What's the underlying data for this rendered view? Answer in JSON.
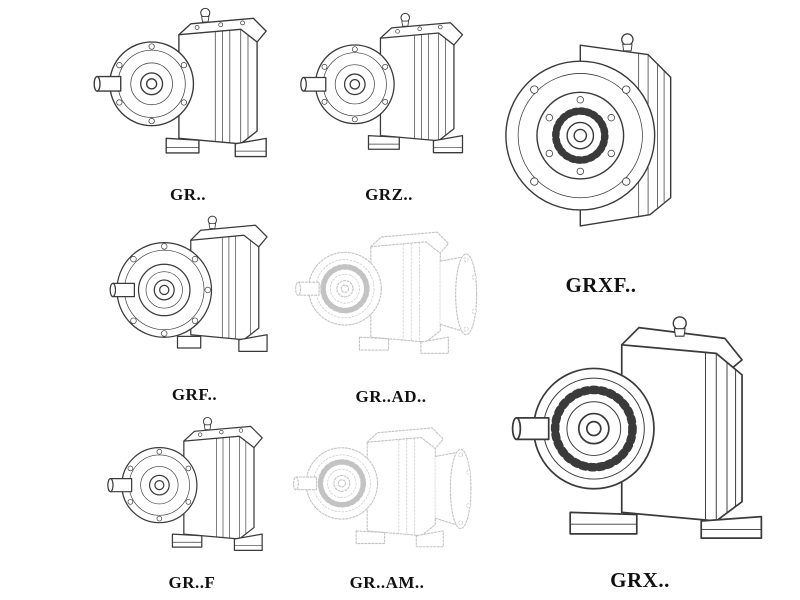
{
  "page": {
    "title": "Gear reducer series line drawings",
    "background": "#ffffff",
    "ink_color": "#3a3a3a",
    "ghost_color": "#c3c3c3",
    "label_color": "#111111"
  },
  "products": [
    {
      "id": "gr",
      "label": "GR..",
      "drawing": "foot-mounted-helical-gear-unit",
      "style": "solid"
    },
    {
      "id": "grz",
      "label": "GRZ..",
      "drawing": "foot-mounted-helical-gear-unit",
      "style": "solid"
    },
    {
      "id": "grxf",
      "label": "GRXF..",
      "drawing": "flange-face-helical-gear-unit-front-view",
      "style": "solid"
    },
    {
      "id": "grf",
      "label": "GRF..",
      "drawing": "flange-mounted-helical-gear-unit",
      "style": "solid"
    },
    {
      "id": "gr-ad",
      "label": "GR..AD..",
      "drawing": "helical-gear-unit-with-input-adapter",
      "style": "dashed"
    },
    {
      "id": "gr-f",
      "label": "GR..F",
      "drawing": "foot-mounted-helical-gear-unit",
      "style": "solid"
    },
    {
      "id": "gr-am",
      "label": "GR..AM..",
      "drawing": "helical-gear-unit-with-motor-adapter",
      "style": "dashed"
    },
    {
      "id": "grx",
      "label": "GRX..",
      "drawing": "large-foot-mounted-helical-gear-unit",
      "style": "solid"
    }
  ]
}
